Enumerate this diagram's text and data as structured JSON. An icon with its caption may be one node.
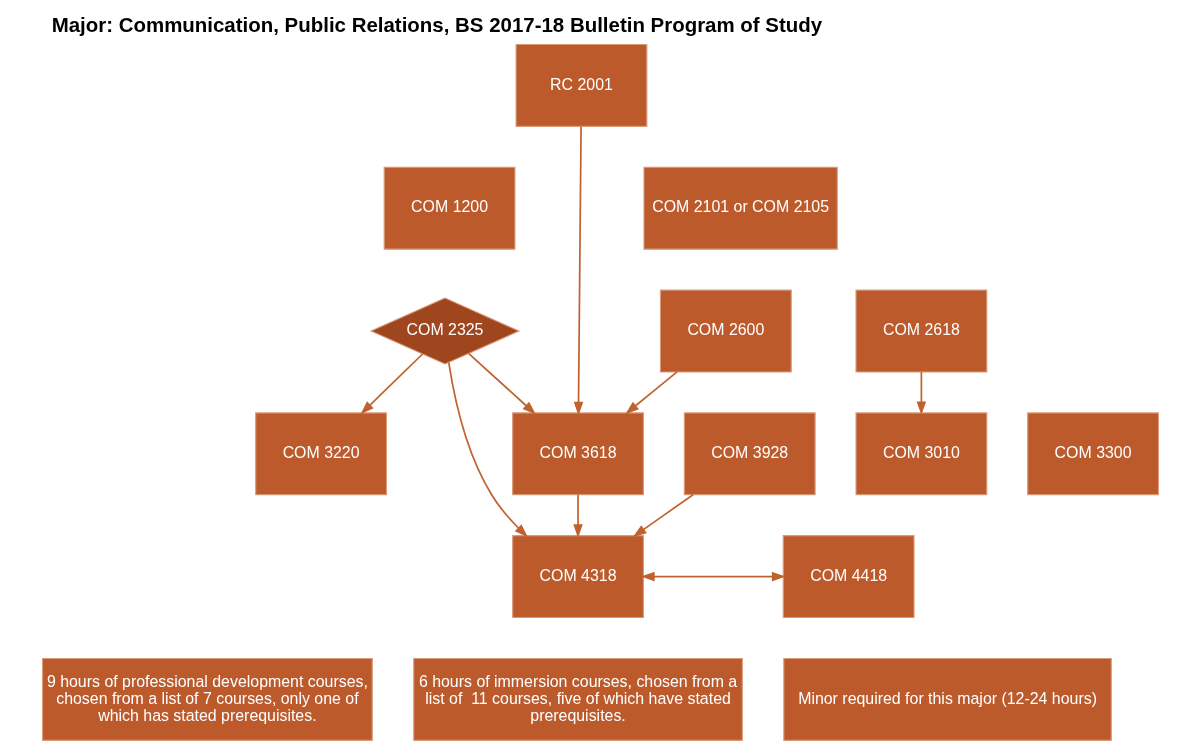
{
  "diagram": {
    "title": "Major: Communication, Public Relations, BS 2017-18 Bulletin Program of Study",
    "nodes": [
      {
        "text": [
          "RC 2001"
        ]
      },
      {
        "text": [
          "COM 1200"
        ]
      },
      {
        "text": [
          "COM 2101 or COM 2105"
        ]
      },
      {
        "text": [
          "COM 2325"
        ]
      },
      {
        "text": [
          "COM 2600"
        ]
      },
      {
        "text": [
          "COM 2618"
        ]
      },
      {
        "text": [
          "COM 3220"
        ]
      },
      {
        "text": [
          "COM 3618"
        ]
      },
      {
        "text": [
          "COM 3010"
        ]
      },
      {
        "text": [
          "COM 3928"
        ]
      },
      {
        "text": [
          "COM 3300"
        ]
      },
      {
        "text": [
          "COM 4318"
        ]
      },
      {
        "text": [
          "COM 4418"
        ]
      },
      {
        "text": [
          "9 hours of professional development courses, chosen from a list of 7 courses, only one of which has stated prerequisites."
        ]
      },
      {
        "text": [
          "6 hours of immersion courses, chosen from a list of  11 courses, five of which have stated prerequisites."
        ]
      },
      {
        "text": [
          "Minor required for this major (12-24 hours)"
        ]
      }
    ],
    "edges": [
      {
        "from": 0,
        "to": 7,
        "arrow": "to"
      },
      {
        "from": 3,
        "to": 6,
        "arrow": "to"
      },
      {
        "from": 3,
        "to": 7,
        "arrow": "to"
      },
      {
        "from": 4,
        "to": 7,
        "arrow": "to"
      },
      {
        "from": 5,
        "to": 8,
        "arrow": "to"
      },
      {
        "from": 3,
        "to": 11,
        "arrow": "to"
      },
      {
        "from": 7,
        "to": 11,
        "arrow": "to"
      },
      {
        "from": 9,
        "to": 11,
        "arrow": "to"
      },
      {
        "from": 11,
        "to": 12,
        "arrow": "both"
      }
    ]
  }
}
